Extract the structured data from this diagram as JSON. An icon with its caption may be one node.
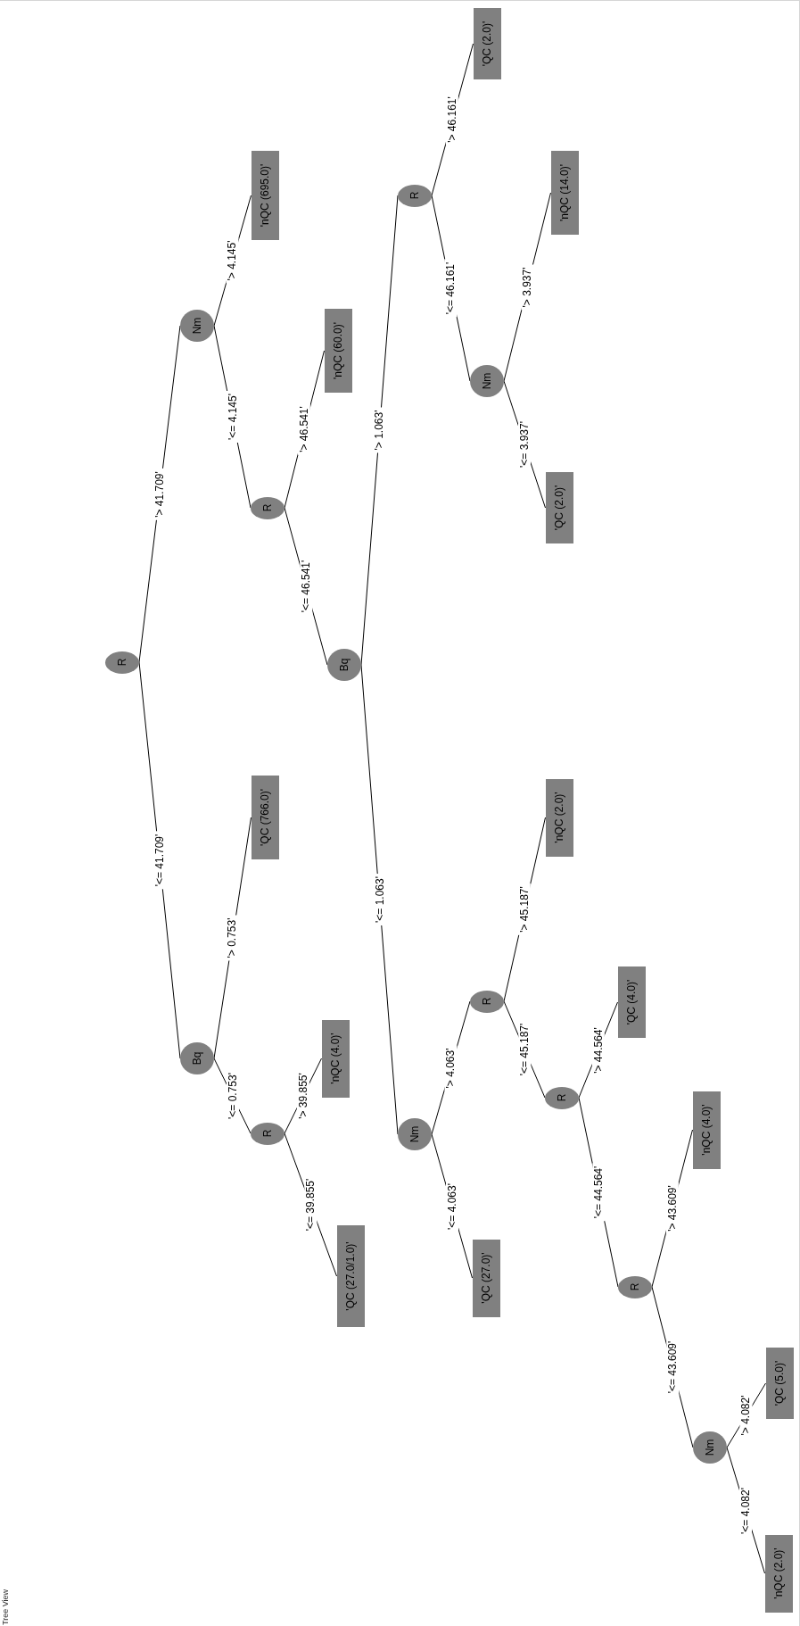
{
  "diagram": {
    "nodes": [
      {
        "text": [
          "R"
        ]
      },
      {
        "text": [
          "Bq"
        ]
      },
      {
        "text": [
          "R"
        ]
      },
      {
        "text": [
          "'QC (27.0/1.0)'"
        ]
      },
      {
        "text": [
          "'nQC (4.0)'"
        ]
      },
      {
        "text": [
          "'QC (766.0)'"
        ]
      },
      {
        "text": [
          "Nm"
        ]
      },
      {
        "text": [
          "R"
        ]
      },
      {
        "text": [
          "Bq"
        ]
      },
      {
        "text": [
          "Nm"
        ]
      },
      {
        "text": [
          "'QC (27.0)'"
        ]
      },
      {
        "text": [
          "R"
        ]
      },
      {
        "text": [
          "R"
        ]
      },
      {
        "text": [
          "R"
        ]
      },
      {
        "text": [
          "Nm"
        ]
      },
      {
        "text": [
          "'nQC (2.0)'"
        ]
      },
      {
        "text": [
          "'QC (5.0)'"
        ]
      },
      {
        "text": [
          "'nQC (4.0)'"
        ]
      },
      {
        "text": [
          "'QC (4.0)'"
        ]
      },
      {
        "text": [
          "'nQC (2.0)'"
        ]
      },
      {
        "text": [
          "R"
        ]
      },
      {
        "text": [
          "Nm"
        ]
      },
      {
        "text": [
          "'QC (2.0)'"
        ]
      },
      {
        "text": [
          "'nQC (14.0)'"
        ]
      },
      {
        "text": [
          "'QC (2.0)'"
        ]
      },
      {
        "text": [
          "'nQC (60.0)'"
        ]
      },
      {
        "text": [
          "'nQC (695.0)'"
        ]
      }
    ],
    "edges": [
      {
        "from": 0,
        "to": 1,
        "arrow": "none",
        "label": "'<= 41.709'"
      },
      {
        "from": 1,
        "to": 2,
        "arrow": "none",
        "label": "'<= 0.753'"
      },
      {
        "from": 2,
        "to": 3,
        "arrow": "none",
        "label": "'<= 39.855'"
      },
      {
        "from": 2,
        "to": 4,
        "arrow": "none",
        "label": "'> 39.855'"
      },
      {
        "from": 1,
        "to": 5,
        "arrow": "none",
        "label": "'> 0.753'"
      },
      {
        "from": 0,
        "to": 6,
        "arrow": "none",
        "label": "'> 41.709'"
      },
      {
        "from": 6,
        "to": 7,
        "arrow": "none",
        "label": "'<= 4.145'"
      },
      {
        "from": 7,
        "to": 8,
        "arrow": "none",
        "label": "'<= 46.541'"
      },
      {
        "from": 8,
        "to": 9,
        "arrow": "none",
        "label": "'<= 1.063'"
      },
      {
        "from": 9,
        "to": 10,
        "arrow": "none",
        "label": "'<= 4.063'"
      },
      {
        "from": 9,
        "to": 11,
        "arrow": "none",
        "label": "'> 4.063'"
      },
      {
        "from": 11,
        "to": 12,
        "arrow": "none",
        "label": "'<= 45.187'"
      },
      {
        "from": 12,
        "to": 13,
        "arrow": "none",
        "label": "'<= 44.564'"
      },
      {
        "from": 13,
        "to": 14,
        "arrow": "none",
        "label": "'<= 43.609'"
      },
      {
        "from": 14,
        "to": 15,
        "arrow": "none",
        "label": "'<= 4.082'"
      },
      {
        "from": 14,
        "to": 16,
        "arrow": "none",
        "label": "'> 4.082'"
      },
      {
        "from": 13,
        "to": 17,
        "arrow": "none",
        "label": "'> 43.609'"
      },
      {
        "from": 12,
        "to": 18,
        "arrow": "none",
        "label": "'> 44.564'"
      },
      {
        "from": 11,
        "to": 19,
        "arrow": "none",
        "label": "'> 45.187'"
      },
      {
        "from": 8,
        "to": 20,
        "arrow": "none",
        "label": "'> 1.063'"
      },
      {
        "from": 20,
        "to": 21,
        "arrow": "none",
        "label": "'<= 46.161'"
      },
      {
        "from": 21,
        "to": 22,
        "arrow": "none",
        "label": "'<= 3.937'"
      },
      {
        "from": 21,
        "to": 23,
        "arrow": "none",
        "label": "'> 3.937'"
      },
      {
        "from": 20,
        "to": 24,
        "arrow": "none",
        "label": "'> 46.161'"
      },
      {
        "from": 7,
        "to": 25,
        "arrow": "none",
        "label": "'> 46.541'"
      },
      {
        "from": 6,
        "to": 26,
        "arrow": "none",
        "label": "'> 4.145'"
      }
    ],
    "labels": [
      "Tree View"
    ]
  }
}
